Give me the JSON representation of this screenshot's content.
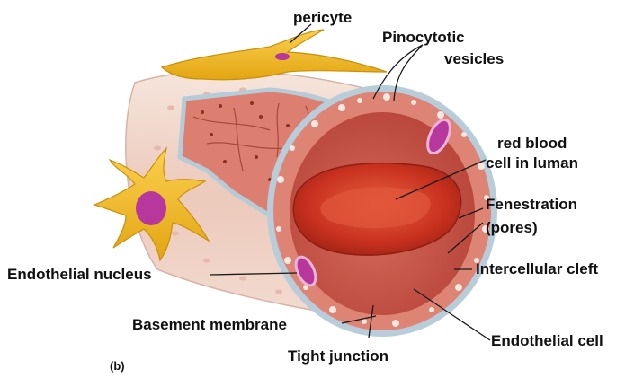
{
  "panel_label": "(b)",
  "labels": {
    "pericyte": "pericyte",
    "pinocytotic_line1": "Pinocytotic",
    "pinocytotic_line2": "vesicles",
    "rbc_line1": "red blood",
    "rbc_line2": "cell in luman",
    "fenestration_line1": "Fenestration",
    "fenestration_line2": "(pores)",
    "intercellular_cleft": "Intercellular cleft",
    "endothelial_nucleus": "Endothelial nucleus",
    "basement_membrane": "Basement membrane",
    "tight_junction": "Tight junction",
    "endothelial_cell": "Endothelial cell"
  },
  "colors": {
    "background": "#ffffff",
    "endothelium": "#d9776a",
    "lumen": "#c24a3c",
    "rbc": "#c7301e",
    "rbc_highlight": "#e0553c",
    "basement_membrane": "#b9ccd9",
    "pericyte": "#f2b822",
    "nucleus": "#b8379c",
    "outer_wall": "#f1d8cc",
    "leader_line": "#1a1a1a"
  }
}
